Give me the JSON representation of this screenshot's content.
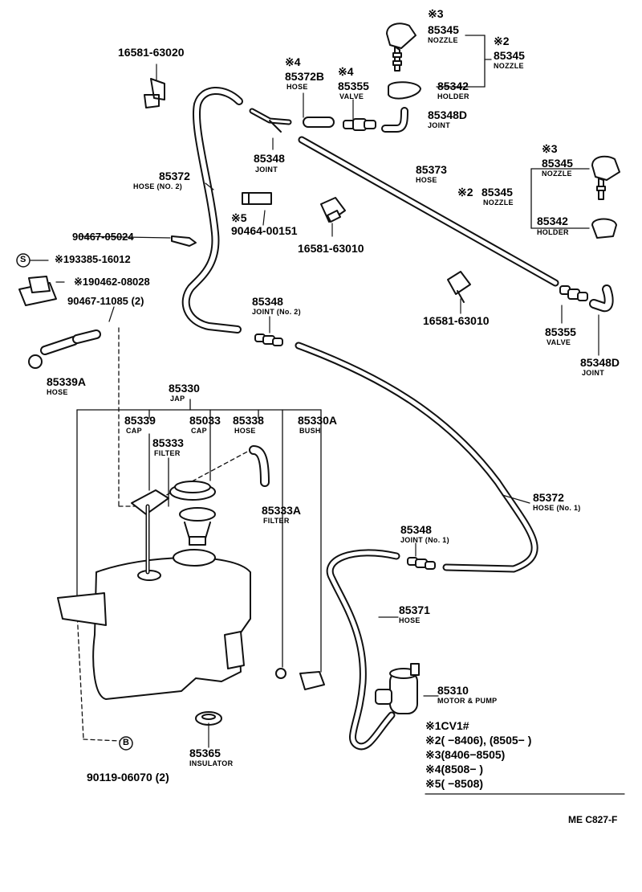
{
  "parts": {
    "p16581_63020": {
      "num": "16581-63020"
    },
    "p85372B": {
      "mark": "※4",
      "num": "85372B",
      "name": "HOSE"
    },
    "p85355_top": {
      "mark": "※4",
      "num": "85355",
      "name": "VALVE"
    },
    "p85345_top": {
      "mark": "※3",
      "num": "85345",
      "name": "NOZZLE"
    },
    "p85345_top2": {
      "mark": "※2",
      "num": "85345",
      "name": "NOZZLE"
    },
    "p85342_top": {
      "num": "85342",
      "name": "HOLDER"
    },
    "p85348D_top": {
      "num": "85348D",
      "name": "JOINT"
    },
    "p85348_top": {
      "num": "85348",
      "name": "JOINT"
    },
    "p85373": {
      "num": "85373",
      "name": "HOSE"
    },
    "p85372_no2": {
      "num": "85372",
      "name": "HOSE (NO. 2)"
    },
    "p90464": {
      "mark": "※5",
      "num": "90464-00151"
    },
    "p16581_63010a": {
      "num": "16581-63010"
    },
    "p85345_right3": {
      "mark": "※3",
      "num": "85345",
      "name": "NOZZLE"
    },
    "p85345_right2": {
      "mark": "※2",
      "num": "85345",
      "name": "NOZZLE"
    },
    "p85342_right": {
      "num": "85342",
      "name": "HOLDER"
    },
    "p90467_05024": {
      "num": "90467-05024"
    },
    "p193385": {
      "num": "※193385-16012"
    },
    "p190462": {
      "num": "※190462-08028"
    },
    "p90467_11085": {
      "num": "90467-11085 (2)"
    },
    "p16581_63010b": {
      "num": "16581-63010"
    },
    "p85348_no2": {
      "num": "85348",
      "name": "JOINT (No. 2)"
    },
    "p85355_right": {
      "num": "85355",
      "name": "VALVE"
    },
    "p85348D_right": {
      "num": "85348D",
      "name": "JOINT"
    },
    "p85339A": {
      "num": "85339A",
      "name": "HOSE"
    },
    "p85330": {
      "num": "85330",
      "name": "JAP"
    },
    "p85339": {
      "num": "85339",
      "name": "CAP"
    },
    "p85033": {
      "num": "85033",
      "name": "CAP"
    },
    "p85338": {
      "num": "85338",
      "name": "HOSE"
    },
    "p85330A": {
      "num": "85330A",
      "name": "BUSH"
    },
    "p85333": {
      "num": "85333",
      "name": "FILTER"
    },
    "p85333A": {
      "num": "85333A",
      "name": "FILTER"
    },
    "p85372_no1": {
      "num": "85372",
      "name": "HOSE (No. 1)"
    },
    "p85348_no1": {
      "num": "85348",
      "name": "JOINT (No. 1)"
    },
    "p85371": {
      "num": "85371",
      "name": "HOSE"
    },
    "p85310": {
      "num": "85310",
      "name": "MOTOR & PUMP"
    },
    "p85365": {
      "num": "85365",
      "name": "INSULATOR"
    },
    "p90119": {
      "num": "90119-06070 (2)"
    },
    "symS": "S",
    "symB": "B"
  },
  "legend": [
    "※1CV1#",
    "※2(       −8406), (8505−         )",
    "※3(8406−8505)",
    "※4(8508−         )",
    "※5(       −8508)"
  ],
  "reference": "ME  C827-F",
  "ink_color": "#111111"
}
